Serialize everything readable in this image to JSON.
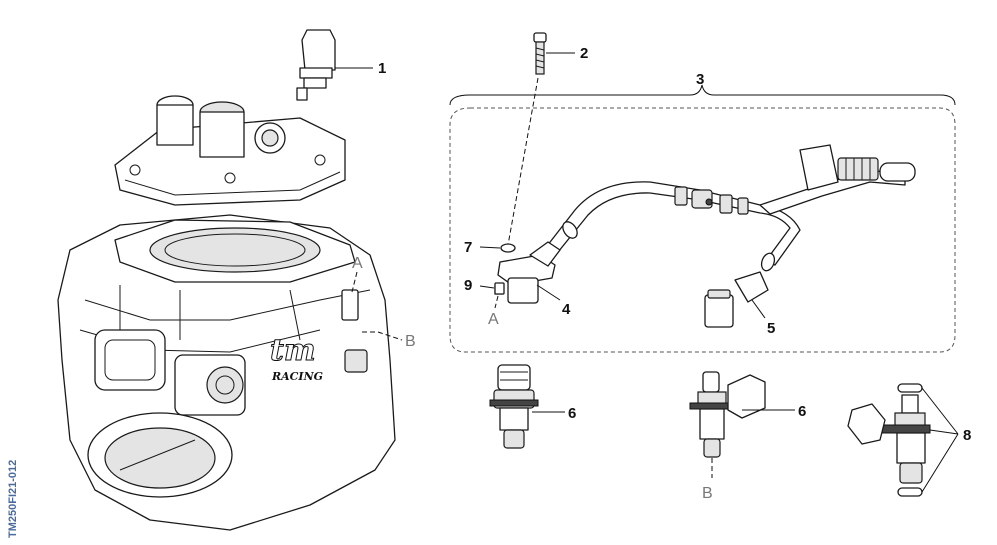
{
  "figure_code": "TM250FI21-012",
  "callouts": {
    "c1": "1",
    "c2": "2",
    "c3": "3",
    "c4": "4",
    "c5": "5",
    "c6a": "6",
    "c6b": "6",
    "c7": "7",
    "c8": "8",
    "c9": "9"
  },
  "refs": {
    "a_top": "A",
    "a_bottom": "A",
    "b_right": "B",
    "b_bottom": "B"
  },
  "logo": {
    "text_tm": "tm",
    "text_racing": "RACING"
  }
}
